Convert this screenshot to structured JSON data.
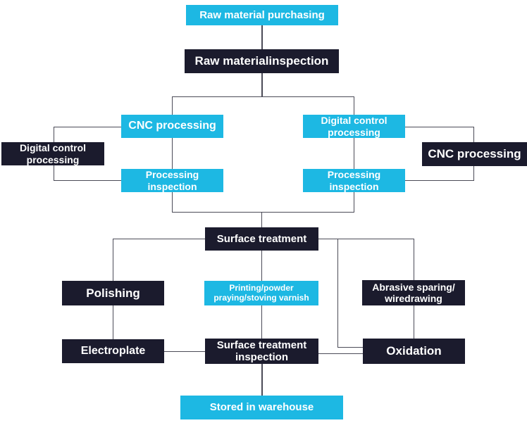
{
  "diagram": {
    "title": "Manufacturing process flowchart",
    "colors": {
      "node_cyan": "#1db8e3",
      "node_navy": "#1b1b2d",
      "connector": "#4b4b57",
      "text": "#ffffff",
      "background": "#ffffff"
    },
    "nodes": {
      "raw_purchasing": {
        "label": "Raw material purchasing"
      },
      "raw_inspection": {
        "label": "Raw materialinspection"
      },
      "cnc_left": {
        "label": "CNC processing"
      },
      "digital_left": {
        "label": "Digital control\nprocessing"
      },
      "proc_insp_left": {
        "label": "Processing\ninspection"
      },
      "digital_right": {
        "label": "Digital control\nprocessing"
      },
      "cnc_right": {
        "label": "CNC processing"
      },
      "proc_insp_right": {
        "label": "Processing\ninspection"
      },
      "surface_treatment": {
        "label": "Surface treatment"
      },
      "polishing": {
        "label": "Polishing"
      },
      "printing": {
        "label": "Printing/powder\npraying/stoving varnish"
      },
      "abrasive": {
        "label": "Abrasive sparing/\nwiredrawing"
      },
      "electroplate": {
        "label": "Electroplate"
      },
      "surface_inspection": {
        "label": "Surface treatment\ninspection"
      },
      "oxidation": {
        "label": "Oxidation"
      },
      "stored": {
        "label": "Stored in warehouse"
      }
    }
  }
}
